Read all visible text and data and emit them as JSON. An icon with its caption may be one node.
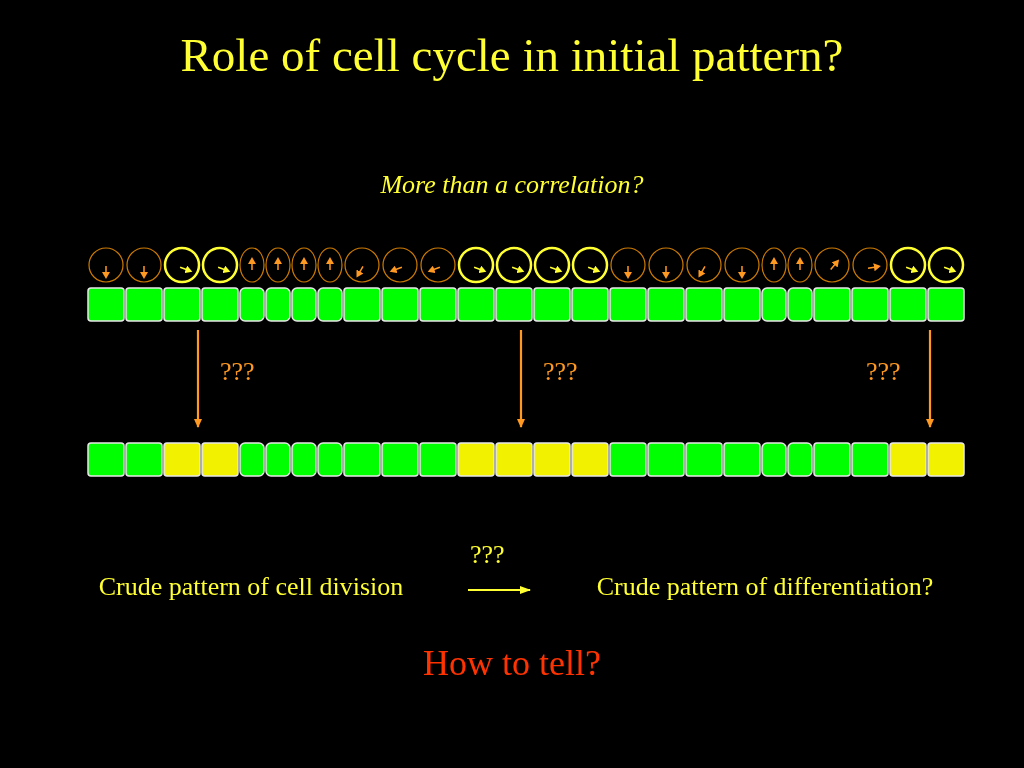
{
  "diagram": {
    "title": "Role of cell cycle in initial pattern?",
    "nodes": [
      {
        "text": [],
        "shape": "bar"
      },
      {
        "text": [],
        "shape": "bar"
      },
      {
        "text": [
          "Crude pattern of cell division"
        ]
      },
      {
        "text": [
          "Crude pattern of differentiation?"
        ]
      }
    ],
    "edges": [
      {
        "from": 0,
        "to": 1,
        "arrow": "to",
        "label": "???",
        "color": "#ff9922"
      },
      {
        "from": 0,
        "to": 1,
        "arrow": "to",
        "label": "???",
        "color": "#ff9922"
      },
      {
        "from": 0,
        "to": 1,
        "arrow": "to",
        "label": "???",
        "color": "#ff9922"
      },
      {
        "from": 2,
        "to": 3,
        "arrow": "to",
        "label": "???",
        "color": "#ffff33"
      }
    ],
    "labels": [
      "More than a correlation?",
      "How to tell?"
    ]
  }
}
